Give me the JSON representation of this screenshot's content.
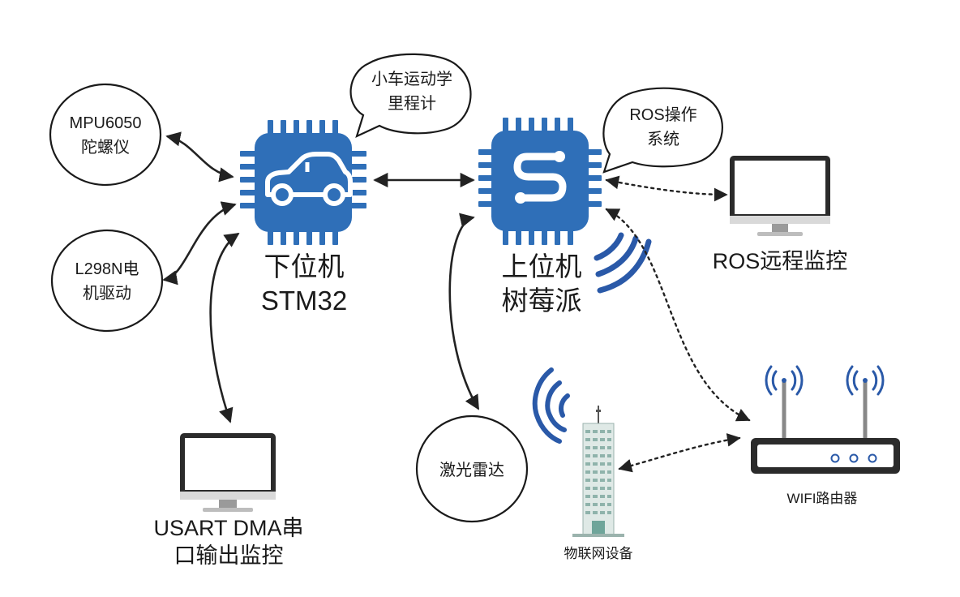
{
  "nodes": {
    "mpu": {
      "line1": "MPU6050",
      "line2": "陀螺仪"
    },
    "l298": {
      "line1": "L298N电",
      "line2": "机驱动"
    },
    "kinematics": {
      "line1": "小车运动学",
      "line2": "里程计"
    },
    "ros_os": {
      "line1": "ROS操作",
      "line2": "系统"
    },
    "lidar": {
      "label": "激光雷达"
    },
    "stm32": {
      "line1": "下位机",
      "line2": "STM32"
    },
    "raspberry": {
      "line1": "上位机",
      "line2": "树莓派"
    },
    "ros_remote": {
      "label": "ROS远程监控"
    },
    "usart": {
      "line1": "USART DMA串",
      "line2": "口输出监控"
    },
    "iot": {
      "label": "物联网设备"
    },
    "router": {
      "label": "WIFI路由器"
    }
  },
  "colors": {
    "chip": "#2f6fb8",
    "signal": "#2a59a8",
    "line": "#222222"
  }
}
